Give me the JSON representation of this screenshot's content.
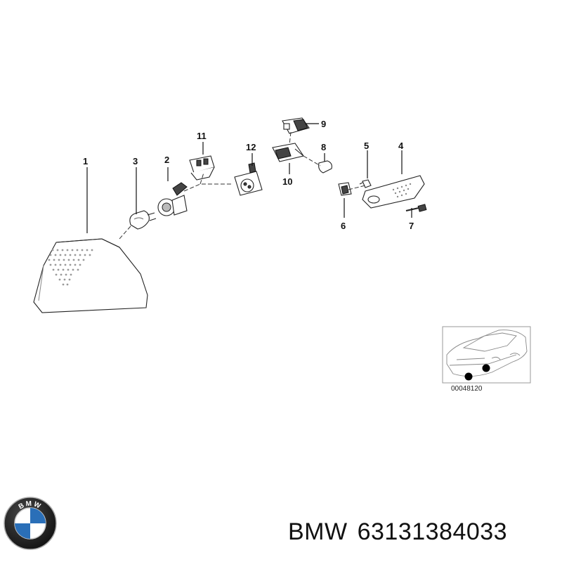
{
  "diagram": {
    "callouts": [
      "1",
      "2",
      "3",
      "4",
      "5",
      "6",
      "7",
      "8",
      "9",
      "10",
      "11",
      "12"
    ],
    "location_ref": "00048120"
  },
  "footer": {
    "brand": "BMW",
    "part_number": "63131384033",
    "logo_text": "BMW"
  }
}
